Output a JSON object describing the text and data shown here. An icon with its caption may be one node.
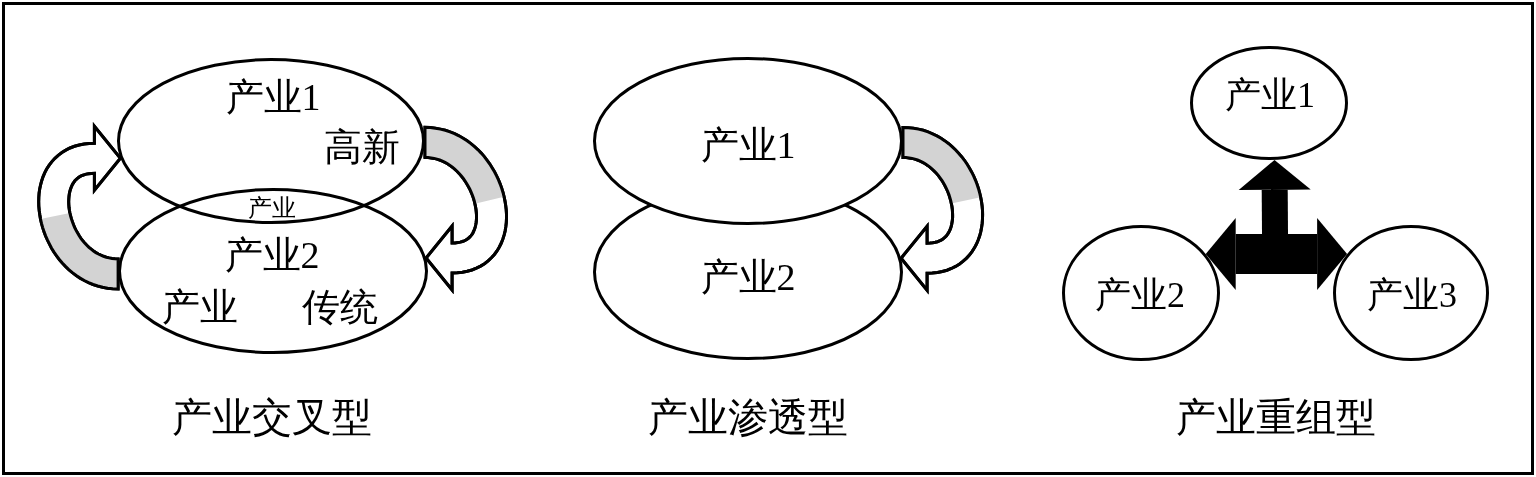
{
  "diagram": {
    "nodes": [
      {
        "text": [
          "产业1",
          "高新"
        ]
      },
      {
        "text": [
          "产业2",
          "产业",
          "传统"
        ]
      },
      {
        "text": [
          "产业1"
        ]
      },
      {
        "text": [
          "产业2"
        ]
      },
      {
        "text": [
          "产业1"
        ]
      },
      {
        "text": [
          "产业2"
        ]
      },
      {
        "text": [
          "产业3"
        ]
      }
    ],
    "edges": [
      {
        "from": 0,
        "to": 1,
        "arrow": "to"
      },
      {
        "from": 1,
        "to": 0,
        "arrow": "to"
      },
      {
        "from": 2,
        "to": 3,
        "arrow": "to"
      },
      {
        "from": 5,
        "to": 6,
        "arrow": "both"
      },
      {
        "from": null,
        "to": 4,
        "arrow": "to"
      }
    ],
    "labels": [
      "产业",
      "产业交叉型",
      "产业渗透型",
      "产业重组型"
    ]
  }
}
